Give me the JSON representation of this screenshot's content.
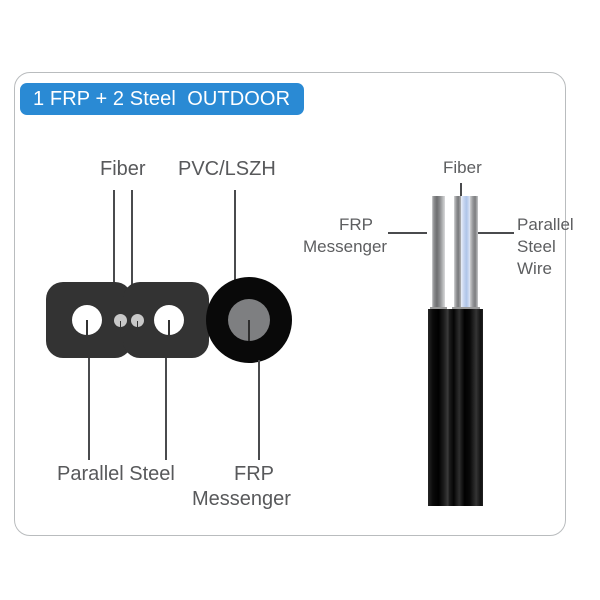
{
  "title_badge": {
    "text": "1 FRP + 2 Steel  OUTDOOR",
    "background_color": "#2a8ad4",
    "text_color": "#ffffff"
  },
  "card": {
    "border_color": "#b9bcbe",
    "background_color": "#ffffff"
  },
  "cross_section": {
    "name": "flat-drop-cable-cross-section",
    "jacket_color": "#333333",
    "messenger_outer_color": "#090909",
    "messenger_core_color": "#7e7f81",
    "steel_wire_color": "#ffffff",
    "fiber_color": "#c9c9c9",
    "labels": {
      "fiber": "Fiber",
      "jacket": "PVC/LSZH",
      "parallel_steel": "Parallel Steel",
      "frp_line1": "FRP",
      "frp_line2": "Messenger"
    }
  },
  "cable_view": {
    "name": "figure-8-drop-cable-3d-view",
    "jacket_color": "#0d0d0d",
    "frp_strand_color": "#8f9092",
    "steel_strand_color": "#a6a7a9",
    "fiber_strand_color": "#c3d3ef",
    "labels": {
      "fiber": "Fiber",
      "frp_line1": "FRP",
      "frp_line2": "Messenger",
      "steel_line1": "Parallel",
      "steel_line2": "Steel",
      "steel_line3": "Wire"
    }
  }
}
